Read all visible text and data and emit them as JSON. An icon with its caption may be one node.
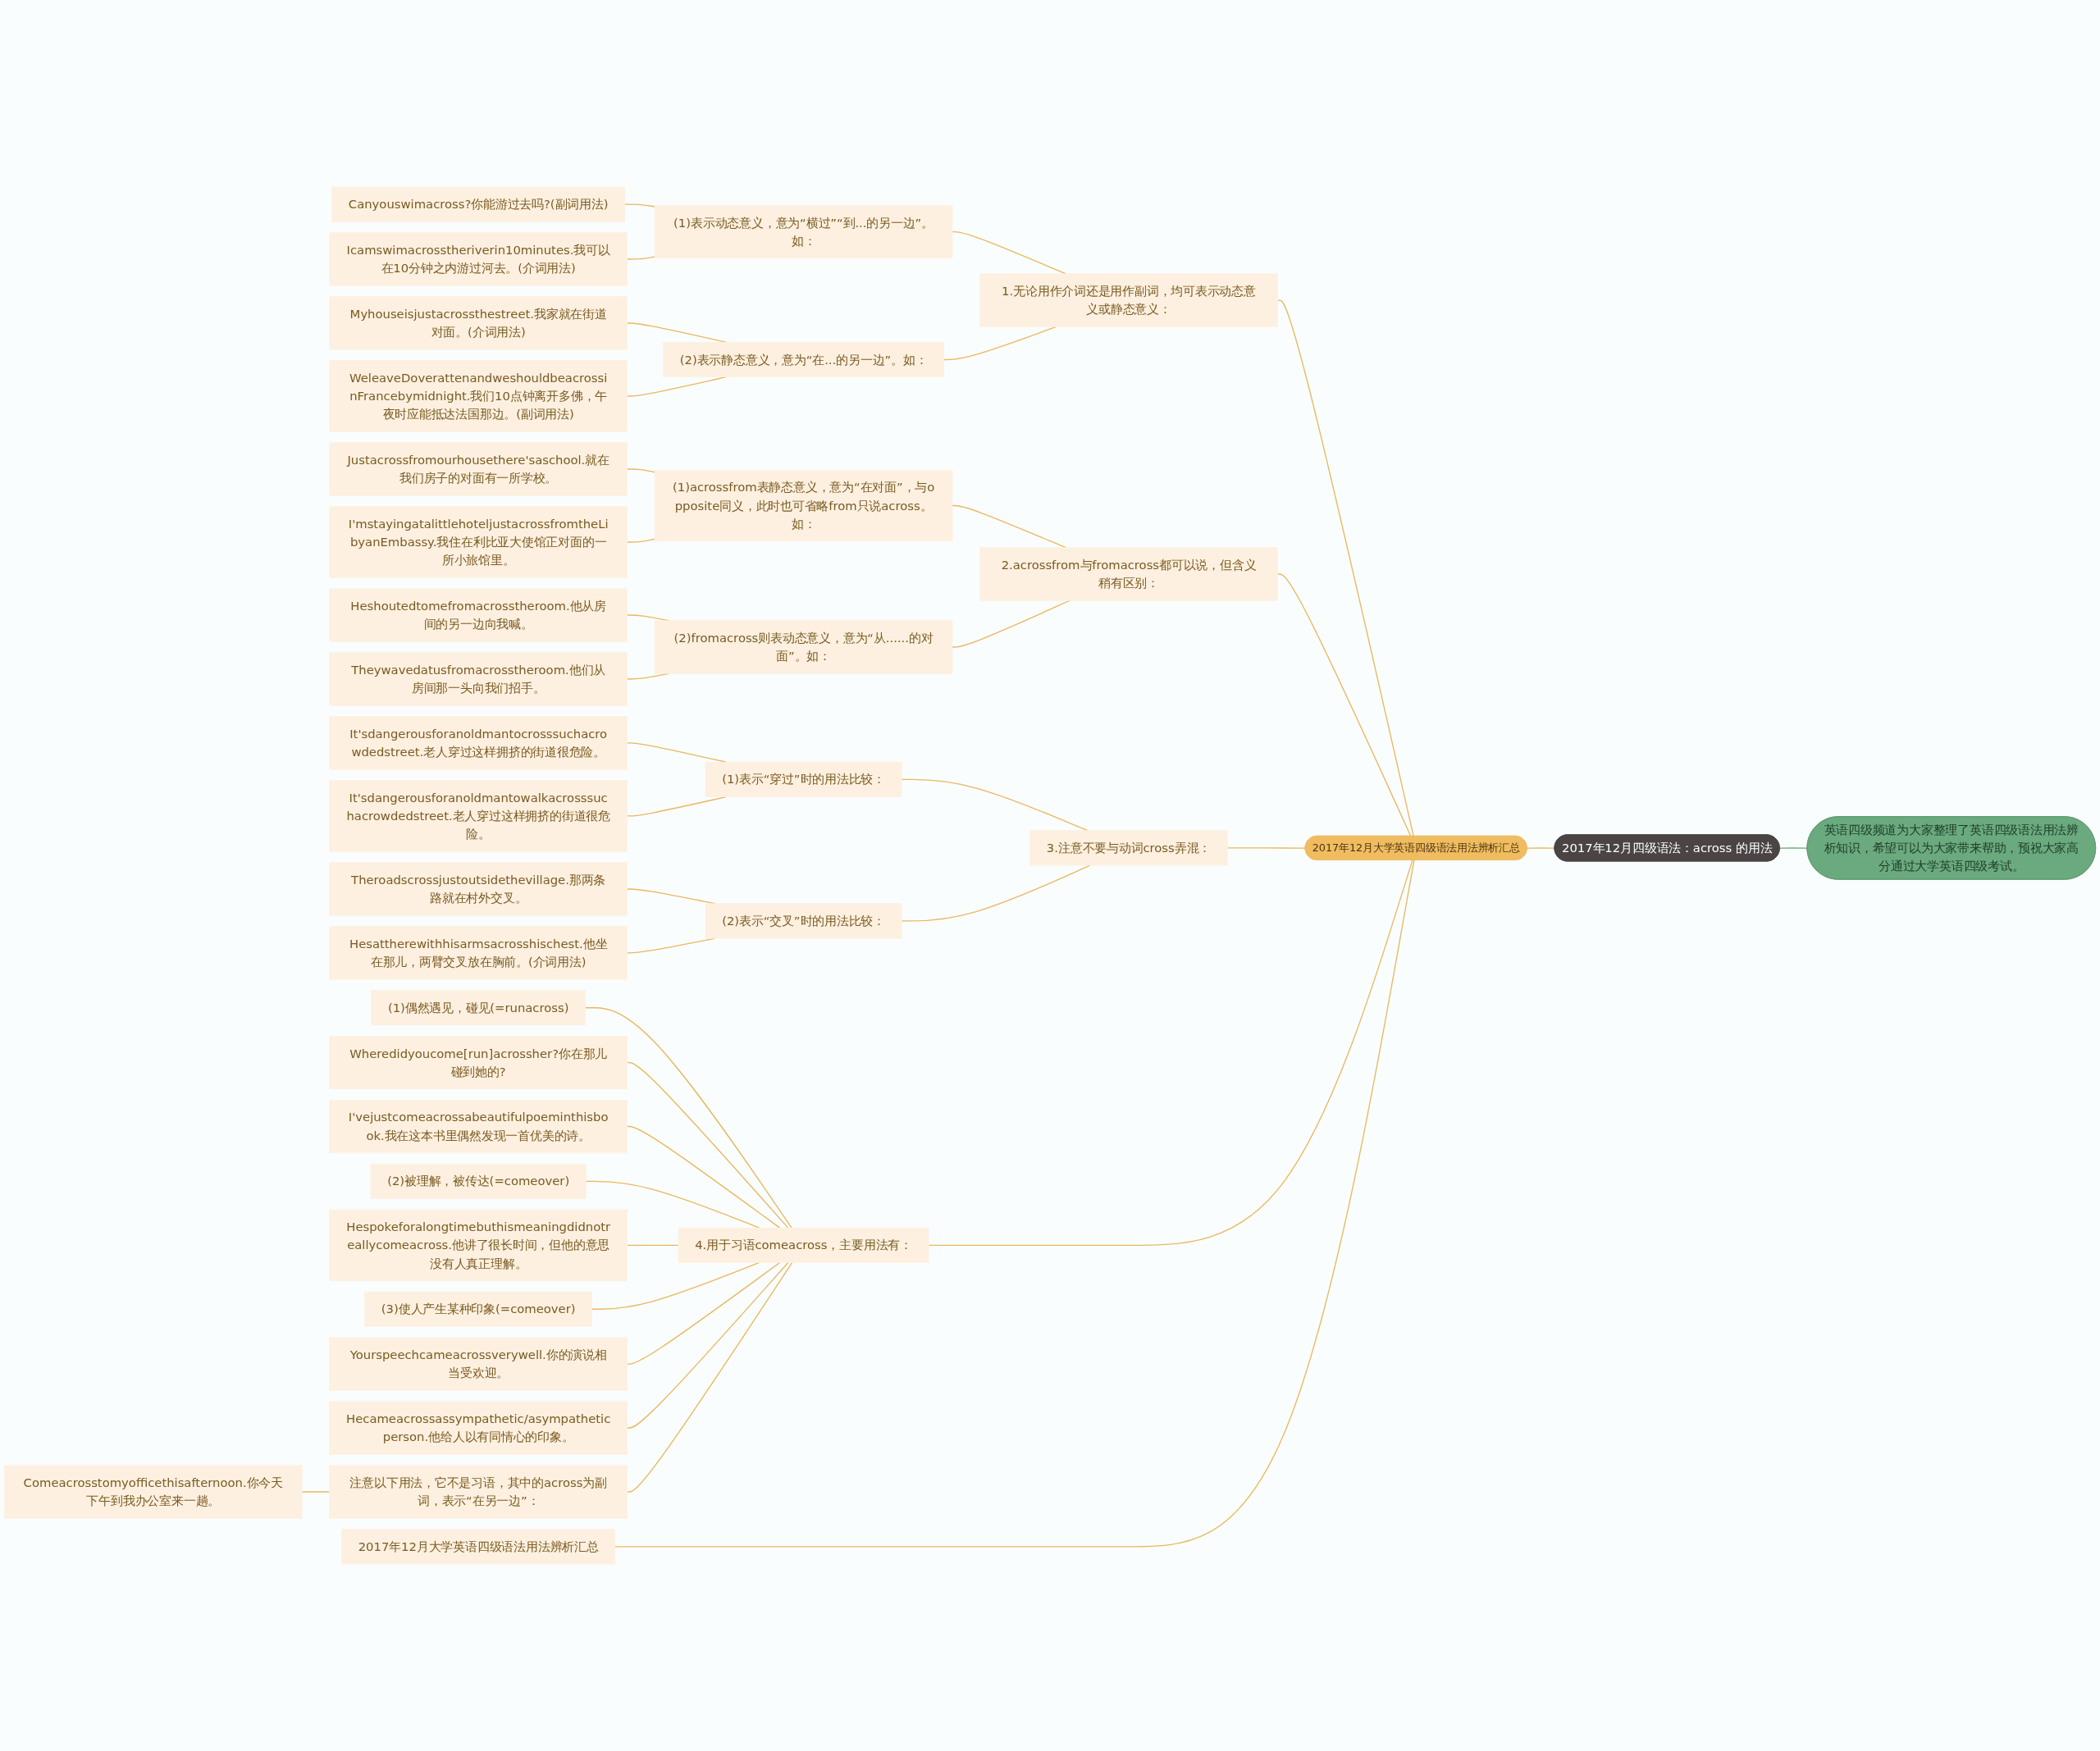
{
  "diagram": {
    "nodes": [
      {
        "text": [
          "2017年12月四级语法：across 的用法"
        ]
      },
      {
        "text": [
          "英语四级频道为大家整理了英语四级语法用法辨析知识，希望可以为大家带来帮助，预祝大家高分通过大学英语四级考试。"
        ]
      },
      {
        "text": [
          "2017年12月大学英语四级语法用法辨析汇总"
        ]
      },
      {
        "text": [
          "1.无论用作介词还是用作副词，均可表示动态意义或静态意义："
        ]
      },
      {
        "text": [
          "(1)表示动态意义，意为“横过”“到...的另一边”。如："
        ]
      },
      {
        "text": [
          "Canyouswimacross?你能游过去吗?(副词用法)"
        ]
      },
      {
        "text": [
          "Icamswimacrosstheriverin10minutes.我可以在10分钟之内游过河去。(介词用法)"
        ]
      },
      {
        "text": [
          "(2)表示静态意义，意为“在...的另一边”。如："
        ]
      },
      {
        "text": [
          "Myhouseisjustacrossthestreet.我家就在街道对面。(介词用法)"
        ]
      },
      {
        "text": [
          "WeleaveDoverattenandweshouldbeacrossinFrancebymidnight.我们10点钟离开多佛，午夜时应能抵达法国那边。(副词用法)"
        ]
      },
      {
        "text": [
          "2.acrossfrom与fromacross都可以说，但含义稍有区别："
        ]
      },
      {
        "text": [
          "(1)acrossfrom表静态意义，意为“在对面”，与opposite同义，此时也可省略from只说across。如："
        ]
      },
      {
        "text": [
          "Justacrossfromourhousethere'saschool.就在我们房子的对面有一所学校。"
        ]
      },
      {
        "text": [
          "I'mstayingatalittlehoteljustacrossfromtheLibyanEmbassy.我住在利比亚大使馆正对面的一所小旅馆里。"
        ]
      },
      {
        "text": [
          "(2)fromacross则表动态意义，意为“从......的对面”。如："
        ]
      },
      {
        "text": [
          "Heshoutedtomefromacrosstheroom.他从房间的另一边向我喊。"
        ]
      },
      {
        "text": [
          "Theywavedatusfromacrosstheroom.他们从房间那一头向我们招手。"
        ]
      },
      {
        "text": [
          "3.注意不要与动词cross弄混："
        ]
      },
      {
        "text": [
          "(1)表示“穿过”时的用法比较："
        ]
      },
      {
        "text": [
          "It'sdangerousforanoldmantocrosssuchacrowdedstreet.老人穿过这样拥挤的街道很危险。"
        ]
      },
      {
        "text": [
          "It'sdangerousforanoldmantowalkacrosssuchacrowdedstreet.老人穿过这样拥挤的街道很危险。"
        ]
      },
      {
        "text": [
          "(2)表示“交叉”时的用法比较："
        ]
      },
      {
        "text": [
          "Theroadscrossjustoutsidethevillage.那两条路就在村外交叉。"
        ]
      },
      {
        "text": [
          "Hesattherewithhisarmsacrosshischest.他坐在那儿，两臂交叉放在胸前。(介词用法)"
        ]
      },
      {
        "text": [
          "4.用于习语comeacross，主要用法有："
        ]
      },
      {
        "text": [
          "(1)偶然遇见，碰见(=runacross)"
        ]
      },
      {
        "text": [
          "Wheredidyoucome[run]acrossher?你在那儿碰到她的?"
        ]
      },
      {
        "text": [
          "I'vejustcomeacrossabeautifulpoeminthisbook.我在这本书里偶然发现一首优美的诗。"
        ]
      },
      {
        "text": [
          "(2)被理解，被传达(=comeover)"
        ]
      },
      {
        "text": [
          "Hespokeforalongtimebuthismeaningdidnotreallycomeacross.他讲了很长时间，但他的意思没有人真正理解。"
        ]
      },
      {
        "text": [
          "(3)使人产生某种印象(=comeover)"
        ]
      },
      {
        "text": [
          "Yourspeechcameacrossverywell.你的演说相当受欢迎。"
        ]
      },
      {
        "text": [
          "Hecameacrossassympathetic/asympatheticperson.他给人以有同情心的印象。"
        ]
      },
      {
        "text": [
          "注意以下用法，它不是习语，其中的across为副词，表示“在另一边”："
        ]
      },
      {
        "text": [
          "Comeacrosstomyofficethisafternoon.你今天下午到我办公室来一趟。"
        ]
      },
      {
        "text": [
          "2017年12月大学英语四级语法用法辨析汇总"
        ]
      }
    ],
    "edges": [
      {
        "from": 0,
        "to": 1,
        "arrow": "none",
        "color": "#6aaa7e"
      },
      {
        "from": 0,
        "to": 2,
        "arrow": "none"
      },
      {
        "from": 2,
        "to": 3,
        "arrow": "none"
      },
      {
        "from": 3,
        "to": 4,
        "arrow": "none"
      },
      {
        "from": 4,
        "to": 5,
        "arrow": "none"
      },
      {
        "from": 4,
        "to": 6,
        "arrow": "none"
      },
      {
        "from": 3,
        "to": 7,
        "arrow": "none"
      },
      {
        "from": 7,
        "to": 8,
        "arrow": "none"
      },
      {
        "from": 7,
        "to": 9,
        "arrow": "none"
      },
      {
        "from": 2,
        "to": 10,
        "arrow": "none"
      },
      {
        "from": 10,
        "to": 11,
        "arrow": "none"
      },
      {
        "from": 11,
        "to": 12,
        "arrow": "none"
      },
      {
        "from": 11,
        "to": 13,
        "arrow": "none"
      },
      {
        "from": 10,
        "to": 14,
        "arrow": "none"
      },
      {
        "from": 14,
        "to": 15,
        "arrow": "none"
      },
      {
        "from": 14,
        "to": 16,
        "arrow": "none"
      },
      {
        "from": 2,
        "to": 17,
        "arrow": "none"
      },
      {
        "from": 17,
        "to": 18,
        "arrow": "none"
      },
      {
        "from": 18,
        "to": 19,
        "arrow": "none"
      },
      {
        "from": 18,
        "to": 20,
        "arrow": "none"
      },
      {
        "from": 17,
        "to": 21,
        "arrow": "none"
      },
      {
        "from": 21,
        "to": 22,
        "arrow": "none"
      },
      {
        "from": 21,
        "to": 23,
        "arrow": "none"
      },
      {
        "from": 2,
        "to": 24,
        "arrow": "none"
      },
      {
        "from": 24,
        "to": 25,
        "arrow": "none"
      },
      {
        "from": 24,
        "to": 26,
        "arrow": "none"
      },
      {
        "from": 24,
        "to": 27,
        "arrow": "none"
      },
      {
        "from": 24,
        "to": 28,
        "arrow": "none"
      },
      {
        "from": 24,
        "to": 29,
        "arrow": "none"
      },
      {
        "from": 24,
        "to": 30,
        "arrow": "none"
      },
      {
        "from": 24,
        "to": 31,
        "arrow": "none"
      },
      {
        "from": 24,
        "to": 32,
        "arrow": "none"
      },
      {
        "from": 24,
        "to": 33,
        "arrow": "none"
      },
      {
        "from": 33,
        "to": 34,
        "arrow": "none"
      },
      {
        "from": 2,
        "to": 35,
        "arrow": "none"
      }
    ]
  }
}
